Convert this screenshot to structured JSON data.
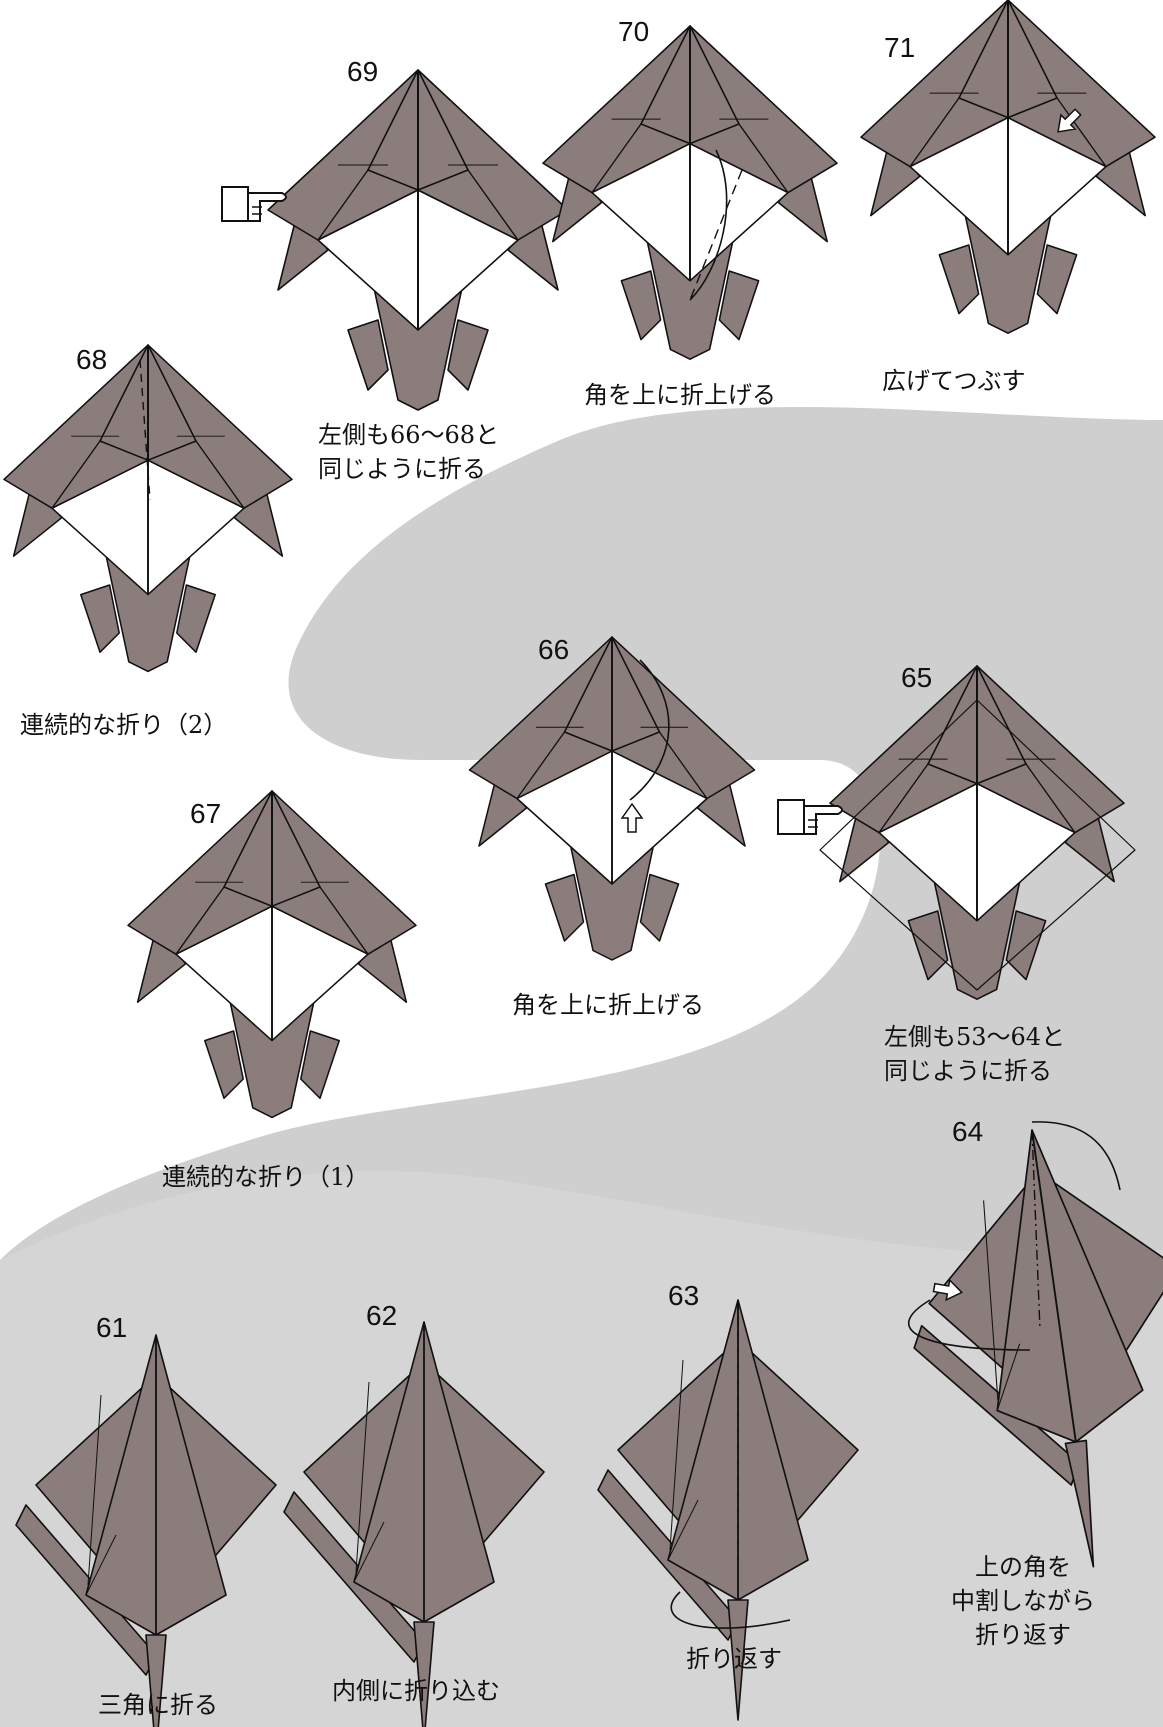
{
  "colors": {
    "paper_gray": "#8b7d7b",
    "paper_white": "#ffffff",
    "background": "#cfcfcf",
    "swoosh": "#ffffff",
    "line": "#111111"
  },
  "steps": [
    {
      "number": "61",
      "caption_lines": [
        "三角に折る"
      ]
    },
    {
      "number": "62",
      "caption_lines": [
        "内側に折り込む"
      ]
    },
    {
      "number": "63",
      "caption_lines": [
        "折り返す"
      ]
    },
    {
      "number": "64",
      "caption_lines": [
        "上の角を",
        "中割しながら",
        "折り返す"
      ]
    },
    {
      "number": "65",
      "caption_lines": [
        "左側も53～64と",
        "同じように折る"
      ]
    },
    {
      "number": "66",
      "caption_lines": [
        "角を上に折上げる"
      ]
    },
    {
      "number": "67",
      "caption_lines": [
        "連続的な折り（1）"
      ]
    },
    {
      "number": "68",
      "caption_lines": [
        "連続的な折り（2）"
      ]
    },
    {
      "number": "69",
      "caption_lines": [
        "左側も66～68と",
        "同じように折る"
      ]
    },
    {
      "number": "70",
      "caption_lines": [
        "角を上に折上げる"
      ]
    },
    {
      "number": "71",
      "caption_lines": [
        "広げてつぶす"
      ]
    }
  ],
  "icons": [
    "pointing-hand-icon",
    "push-arrow-icon",
    "fold-arrow-icon"
  ]
}
